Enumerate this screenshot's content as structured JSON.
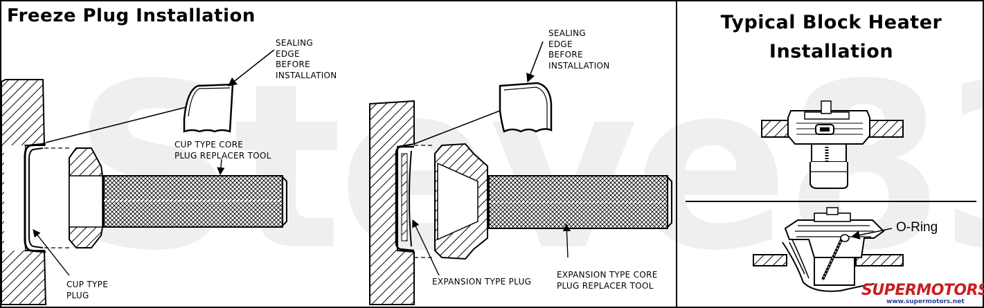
{
  "titles": {
    "left": "Freeze Plug Installation",
    "right": "Typical Block Heater Installation"
  },
  "labels": {
    "sealing_edge_1": "SEALING\nEDGE\nBEFORE\nINSTALLATION",
    "sealing_edge_2": "SEALING\nEDGE\nBEFORE\nINSTALLATION",
    "cup_tool": "CUP TYPE CORE\nPLUG REPLACER TOOL",
    "cup_plug": "CUP TYPE\nPLUG",
    "expansion_plug": "EXPANSION TYPE PLUG",
    "expansion_tool": "EXPANSION TYPE CORE\nPLUG REPLACER TOOL",
    "oring": "O-Ring"
  },
  "watermark": "Steve83",
  "logo": {
    "main": "SUPERMOTORS",
    "sub": "www.supermotors.net"
  }
}
